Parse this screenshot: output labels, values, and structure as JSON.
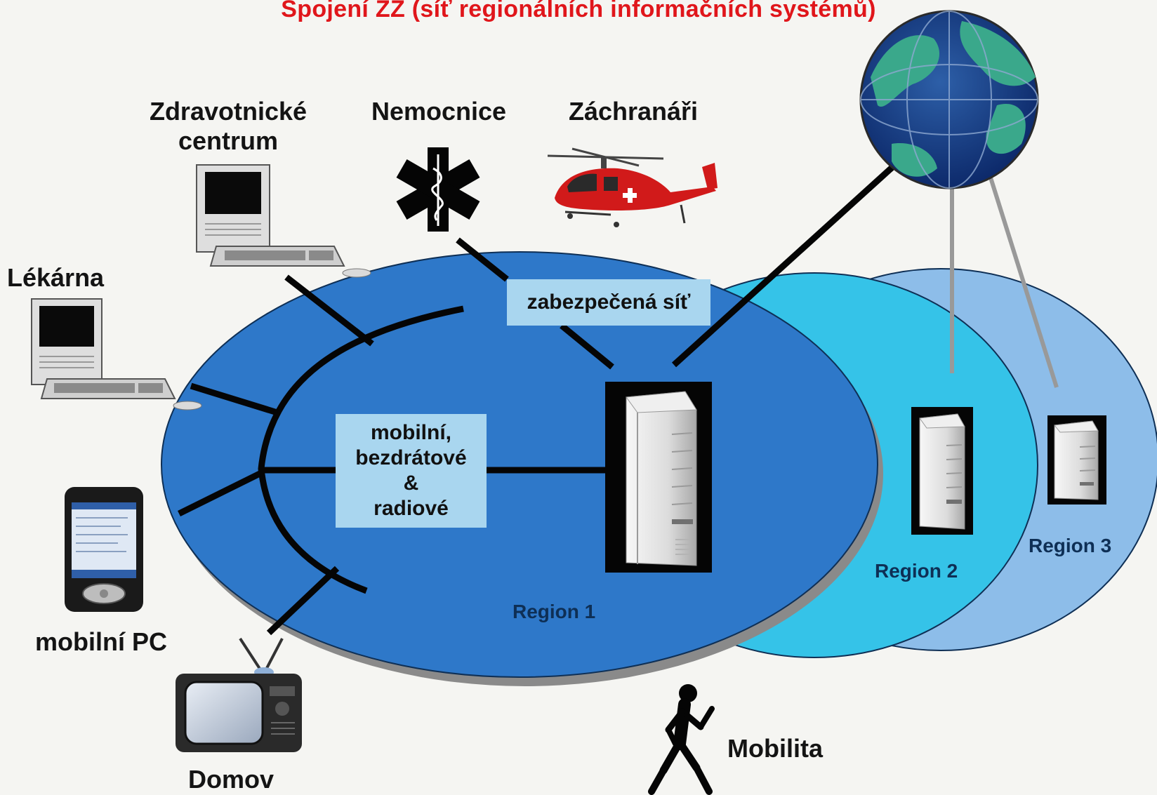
{
  "title": "Spojení ZZ (síť regionálních informačních systémů)",
  "nodes": {
    "health_center": [
      "Zdravotnické",
      "centrum"
    ],
    "hospital": "Nemocnice",
    "rescuers": "Záchranáři",
    "pharmacy": "Lékárna",
    "mobile_pc": "mobilní PC",
    "home": "Domov",
    "mobility": "Mobilita"
  },
  "boxes": {
    "secure_network": "zabezpečená síť",
    "wireless": [
      "mobilní,",
      "bezdrátové",
      "&",
      "radiové"
    ]
  },
  "regions": [
    "Region 1",
    "Region 2",
    "Region 3"
  ],
  "icons": [
    "computer-icon",
    "star-of-life-icon",
    "helicopter-icon",
    "globe-icon",
    "server-icon",
    "pda-icon",
    "tv-icon",
    "walking-person-icon"
  ],
  "colors": {
    "title": "#e0161b",
    "region1": "#2e78c9",
    "region2": "#35c3e8",
    "region3": "#8dbde9",
    "label_box": "#a9d6ef"
  }
}
